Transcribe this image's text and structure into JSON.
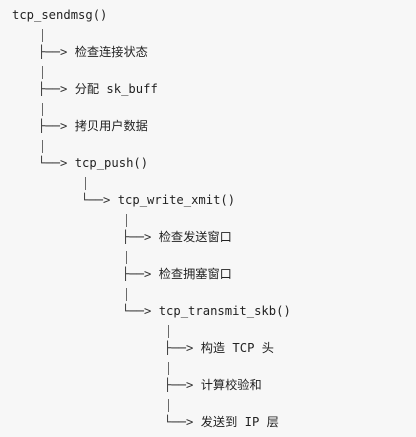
{
  "root": "tcp_sendmsg()",
  "branches": {
    "tee": "├──>",
    "end": "└──>",
    "pipe": "│"
  },
  "level1": [
    "检查连接状态",
    "分配 sk_buff",
    "拷贝用户数据",
    "tcp_push()"
  ],
  "level2": [
    "tcp_write_xmit()"
  ],
  "level3": [
    "检查发送窗口",
    "检查拥塞窗口",
    "tcp_transmit_skb()"
  ],
  "level4": [
    "构造 TCP 头",
    "计算校验和",
    "发送到 IP 层"
  ]
}
